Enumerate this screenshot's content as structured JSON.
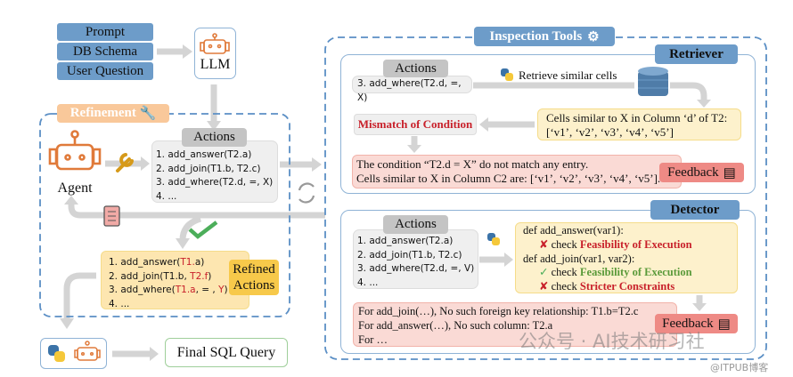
{
  "inputs": [
    "Prompt",
    "DB Schema",
    "User Question"
  ],
  "llm": {
    "label": "LLM",
    "icon": "robot-icon"
  },
  "refinement": {
    "label": "Refinement",
    "icon": "wrench-icon",
    "agent_label": "Agent"
  },
  "actions": {
    "label": "Actions",
    "items": [
      "1. add_answer(T2.a)",
      "2. add_join(T1.b, T2.c)",
      "3. add_where(T2.d, =, X)",
      "4. ..."
    ]
  },
  "refined": {
    "label_line1": "Refined",
    "label_line2": "Actions",
    "items": [
      {
        "pre": "1. add_answer(",
        "hl": "T1.",
        "post": "a)"
      },
      {
        "pre": "2. add_join(T1.b, ",
        "hl": "T2.f",
        "post": ")"
      },
      {
        "pre": "3. add_where(",
        "hl": "T1.a",
        "mid": ", = , ",
        "hl2": "Y",
        "post": ")"
      },
      {
        "pre": "4. ..."
      }
    ]
  },
  "final": {
    "label": "Final SQL Query"
  },
  "inspection": {
    "label": "Inspection Tools",
    "icon": "gear-icon"
  },
  "retriever": {
    "label": "Retriever",
    "actions_label": "Actions",
    "action": "3. add_where(T2.d, =, X)",
    "retrieve_text": "Retrieve similar cells",
    "cells_line1": "Cells similar to X in Column ‘d’ of T2:",
    "cells_line2": "[‘v1’, ‘v2’, ‘v3’, ‘v4’, ‘v5’]",
    "mismatch": "Mismatch of Condition",
    "feedback_line1": "The condition “T2.d = X” do not match any entry.",
    "feedback_line2": "Cells similar to X in Column C2 are: [‘v1’, ‘v2’, ‘v3’, ‘v4’, ‘v5’].",
    "feedback_label": "Feedback"
  },
  "detector": {
    "label": "Detector",
    "actions_label": "Actions",
    "actions": [
      "1. add_answer(T2.a)",
      "2. add_join(T1.b, T2.c)",
      "3. add_where(T2.d, =, V)",
      "4. ..."
    ],
    "def1": "def add_answer(var1):",
    "check1": {
      "word": "check",
      "target": "Feasibility of Execution",
      "status": "fail"
    },
    "def2": "def add_join(var1, var2):",
    "check2": {
      "word": "check",
      "target": "Feasibility of Execution",
      "status": "pass"
    },
    "check3": {
      "word": "check",
      "target": "Stricter Constraints",
      "status": "fail"
    },
    "feedback_lines": [
      "For add_join(…), No such foreign key relationship: T1.b=T2.c",
      "For add_answer(…), No such column: T2.a",
      "For …"
    ],
    "feedback_label": "Feedback"
  },
  "watermark": {
    "main": "公众号 · AI技术研习社",
    "corner": "@ITPUB博客"
  },
  "colors": {
    "blue": "#6d9cc9",
    "orange": "#e07a3a",
    "refinement": "#f9c89a",
    "yellow": "#fdf1cc",
    "red_box": "#fadad5",
    "feedback": "#ee8a85",
    "highlight": "#c8202a",
    "green": "#5a9a3a"
  }
}
